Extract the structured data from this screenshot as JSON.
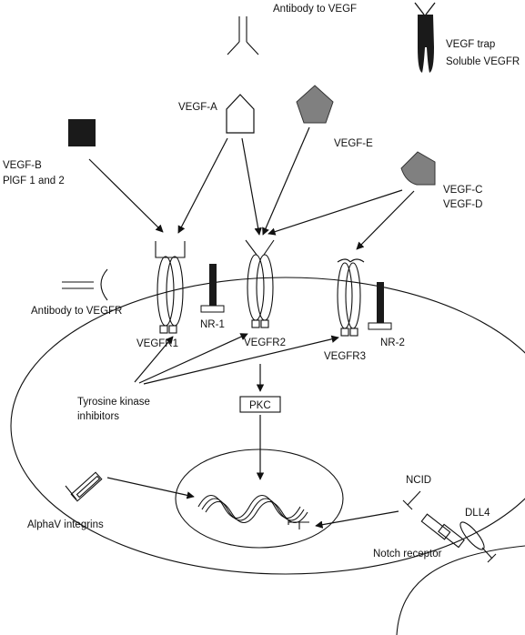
{
  "labels": {
    "antibody_vegf": "Antibody to VEGF",
    "vegf_trap_1": "VEGF trap",
    "vegf_trap_2": "Soluble VEGFR",
    "vegf_a": "VEGF-A",
    "vegf_e": "VEGF-E",
    "vegf_b_1": "VEGF-B",
    "vegf_b_2": "PlGF 1 and 2",
    "vegf_c_1": "VEGF-C",
    "vegf_c_2": "VEGF-D",
    "antibody_vegfr": "Antibody to VEGFR",
    "nr1": "NR-1",
    "nr2": "NR-2",
    "vegfr1": "VEGFR1",
    "vegfr2": "VEGFR2",
    "vegfr3": "VEGFR3",
    "tki_1": "Tyrosine kinase",
    "tki_2": "inhibitors",
    "pkc": "PKC",
    "ncid": "NCID",
    "dll4": "DLL4",
    "alphav": "AlphaV integrins",
    "notch": "Notch receptor"
  },
  "colors": {
    "line": "#111111",
    "dark_fill": "#1a1a1a",
    "gray_fill": "#808080"
  }
}
